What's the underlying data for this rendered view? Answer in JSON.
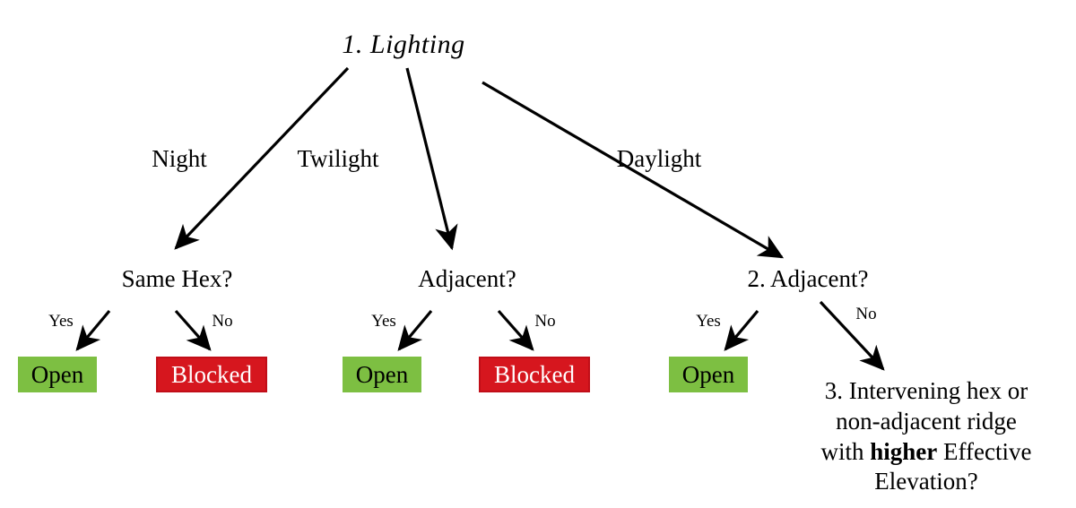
{
  "diagram": {
    "title": "1. Lighting",
    "root": {
      "label": "1. Lighting"
    },
    "branches": [
      {
        "label": "Night"
      },
      {
        "label": "Twilight"
      },
      {
        "label": "Daylight"
      }
    ],
    "decisions": [
      {
        "label": "Same Hex?"
      },
      {
        "label": "Adjacent?"
      },
      {
        "label": "2. Adjacent?"
      }
    ],
    "edge_labels": {
      "yes": "Yes",
      "no": "No"
    },
    "yes_no_labels": [
      {
        "yes": "Yes",
        "no": "No"
      },
      {
        "yes": "Yes",
        "no": "No"
      },
      {
        "yes": "Yes",
        "no": "No"
      }
    ],
    "outcomes": [
      {
        "label": "Open",
        "kind": "open"
      },
      {
        "label": "Blocked",
        "kind": "blocked"
      },
      {
        "label": "Open",
        "kind": "open"
      },
      {
        "label": "Blocked",
        "kind": "blocked"
      },
      {
        "label": "Open",
        "kind": "open"
      }
    ],
    "final_question": {
      "line1": "3. Intervening hex or",
      "line2": "non-adjacent ridge",
      "line3_pre": "with ",
      "line3_bold": "higher",
      "line3_post": " Effective",
      "line4": "Elevation?"
    },
    "colors": {
      "open_bg": "#7dbf42",
      "open_text": "#000000",
      "blocked_bg": "#d6161e",
      "blocked_border": "#c10e18",
      "blocked_text": "#ffffff",
      "line": "#000000",
      "background": "#ffffff"
    }
  }
}
